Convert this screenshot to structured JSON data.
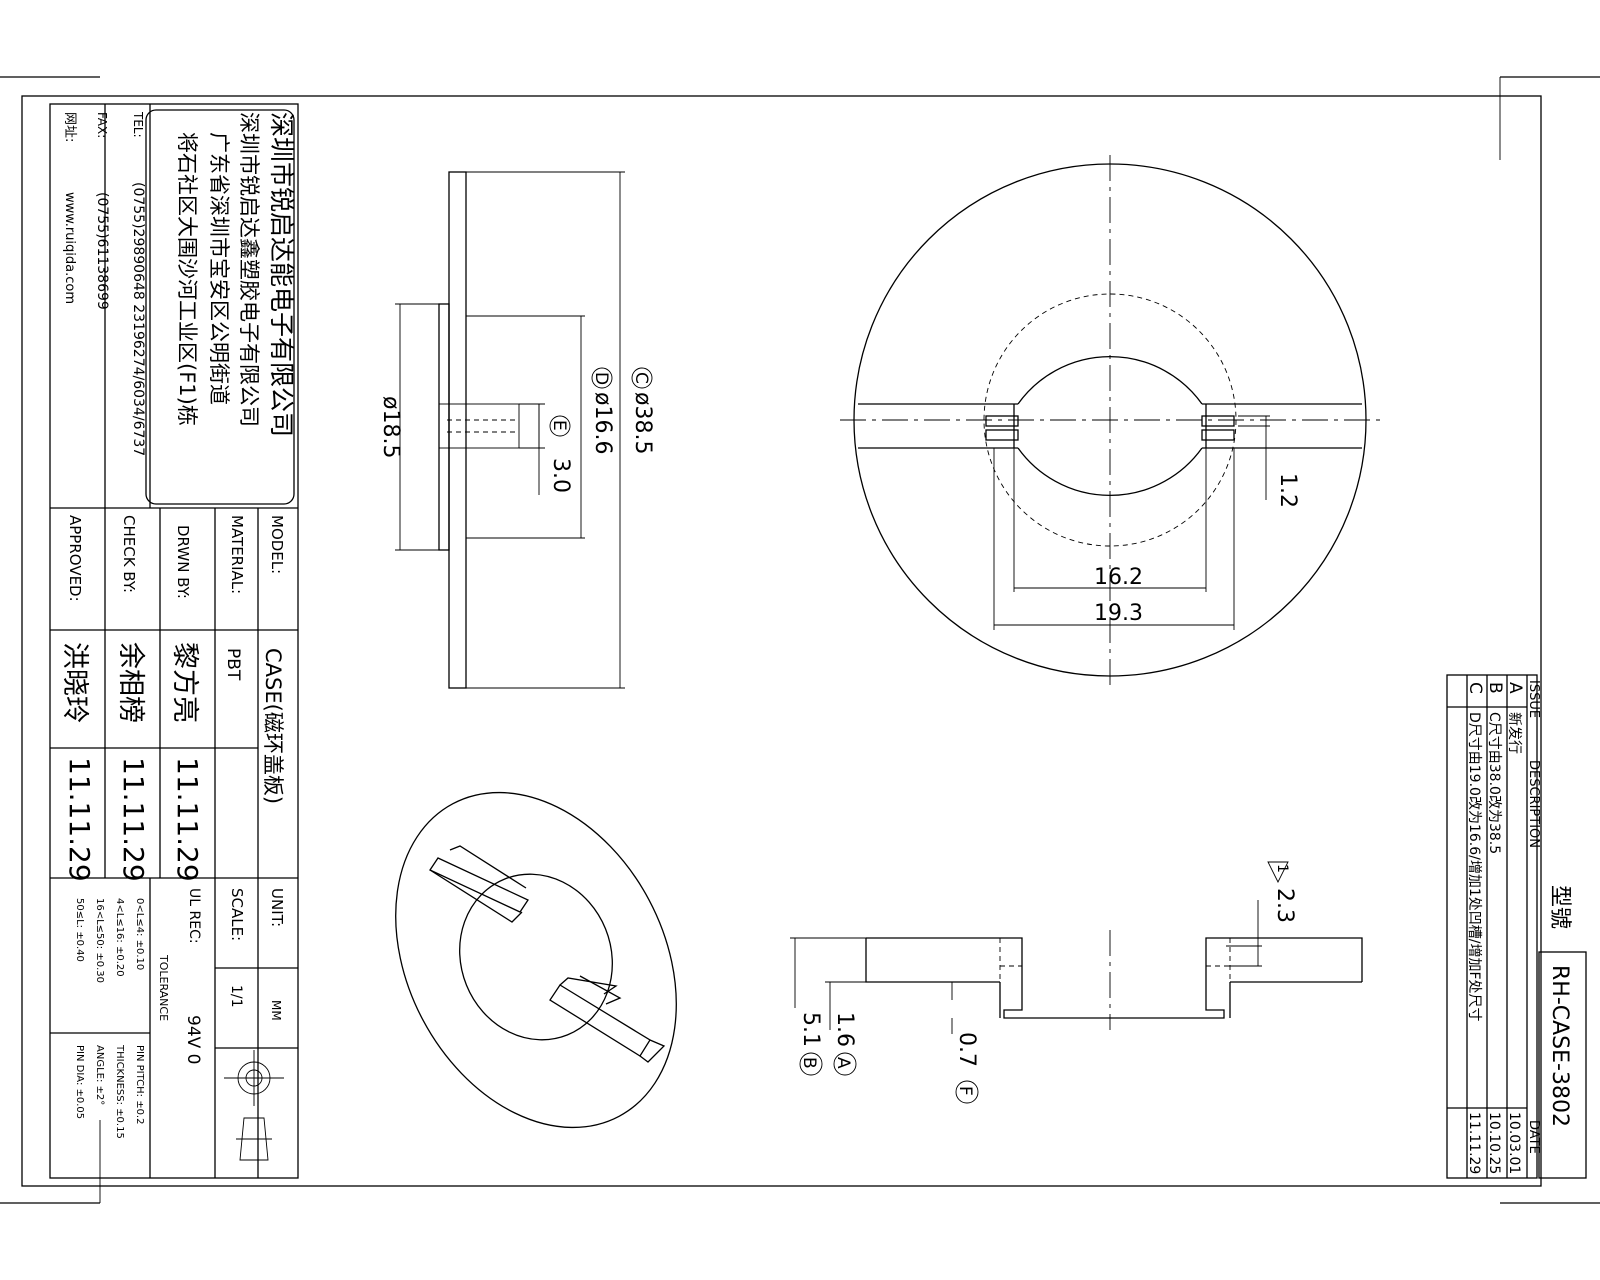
{
  "company": {
    "name_cn": "深圳市锐启达能电子有限公司",
    "factory_cn": "深圳市锐启达鑫塑胶电子有限公司",
    "address_line1": "广东省深圳市宝安区公明街道",
    "address_line2": "将石社区大围沙河工业区(F1)栋",
    "tel_label": "TEL:",
    "tel_value": "(0755)29890648  23196274/6034/6737",
    "fax_label": "FAX:",
    "fax_value": "(0755)61138699",
    "web_label": "网址:",
    "web_value": "www.ruiqida.com"
  },
  "title_block": {
    "model_label": "MODEL:",
    "model_value": "CASE(磁环盖板)",
    "material_label": "MATERIAL:",
    "material_value": "PBT",
    "drawn_label": "DRWN BY:",
    "drawn_name": "黎方亮",
    "drawn_date": "11.11.29",
    "check_label": "CHECK BY:",
    "check_name": "余相榜",
    "check_date": "11.11.29",
    "approved_label": "APPROVED:",
    "approved_name": "洪晓玲",
    "approved_date": "11.11.29",
    "unit_label": "UNIT:",
    "unit_value": "MM",
    "scale_label": "SCALE:",
    "scale_value": "1/1",
    "ul_label": "UL REC:",
    "ul_value": "94V 0",
    "tolerance_label": "TOLERANCE",
    "tol_left": [
      "0<L≤4: ±0.10",
      "4<L≤16: ±0.20",
      "16<L≤50: ±0.30",
      "50≤L: ±0.40"
    ],
    "tol_right": [
      "PIN PITCH: ±0.2",
      "THICKNESS: ±0.15",
      "ANGLE: ±2°",
      "PIN DIA: ±0.05"
    ]
  },
  "dimensions": {
    "side_c": "C",
    "side_c_val": "ø38.5",
    "side_d": "D",
    "side_d_val": "ø16.6",
    "side_e": "E",
    "side_e_val": "3.0",
    "side_185": "ø18.5",
    "top_12": "1.2",
    "top_162": "16.2",
    "top_193": "19.3",
    "sec_a": "A",
    "sec_16": "1.6",
    "sec_b": "B",
    "sec_51": "5.1",
    "sec_f": "F",
    "sec_07": "0.7",
    "sec_1": "1",
    "sec_23": "2.3"
  },
  "revision": {
    "model_label": "型號",
    "model_value": "RH-CASE-3802",
    "issue_header": "ISSUE",
    "desc_header": "DESCRIPTION",
    "date_header": "DATE",
    "rows": [
      {
        "issue": "A",
        "desc": "新发行",
        "date": "10.03.01"
      },
      {
        "issue": "B",
        "desc": "C尺寸由38.0改为38.5",
        "date": "10.10.25"
      },
      {
        "issue": "C",
        "desc": "D尺寸由19.0改为16.6/增加1处凹槽/增加F处尺寸",
        "date": "11.11.29"
      }
    ]
  }
}
